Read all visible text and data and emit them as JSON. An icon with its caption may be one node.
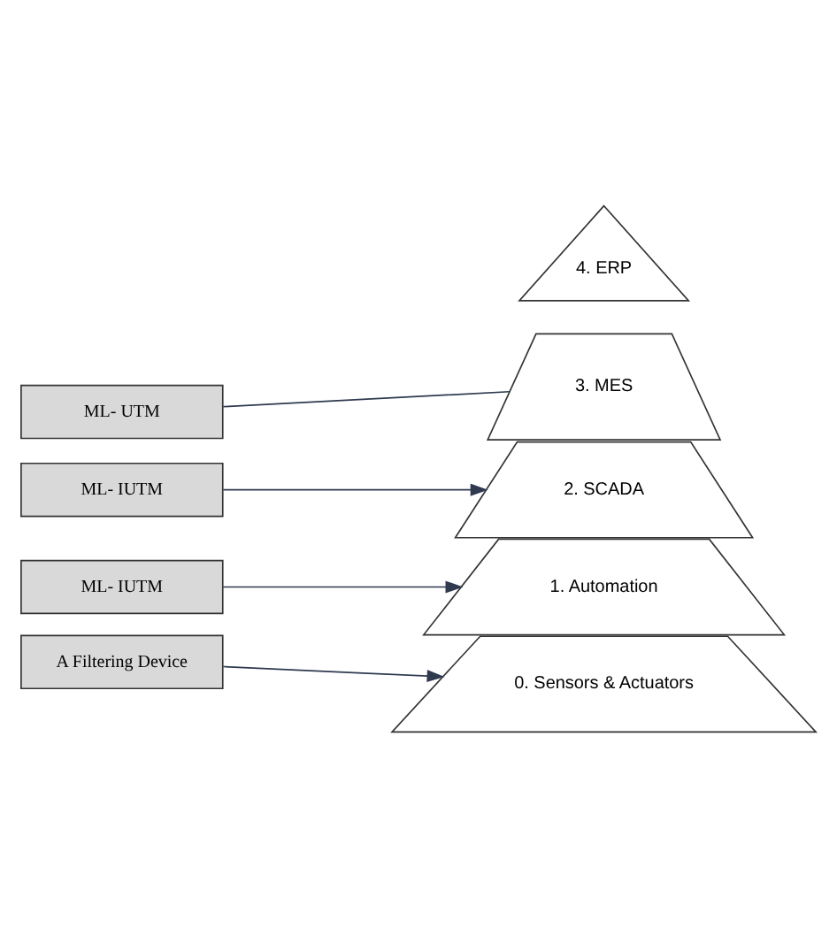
{
  "diagram": {
    "nodes": [
      {
        "text": [
          "4. ERP"
        ]
      },
      {
        "text": [
          "3. MES"
        ]
      },
      {
        "text": [
          "2. SCADA"
        ]
      },
      {
        "text": [
          "1. Automation"
        ]
      },
      {
        "text": [
          "0. Sensors & Actuators"
        ]
      },
      {
        "text": [
          "ML- UTM"
        ]
      },
      {
        "text": [
          "ML- IUTM"
        ]
      },
      {
        "text": [
          "ML- IUTM"
        ]
      },
      {
        "text": [
          "A Filtering Device"
        ]
      }
    ],
    "edges": [
      {
        "from": 5,
        "to": 1,
        "arrow": "none"
      },
      {
        "from": 6,
        "to": 2,
        "arrow": "to"
      },
      {
        "from": 7,
        "to": 3,
        "arrow": "to"
      },
      {
        "from": 8,
        "to": 4,
        "arrow": "to"
      }
    ]
  }
}
